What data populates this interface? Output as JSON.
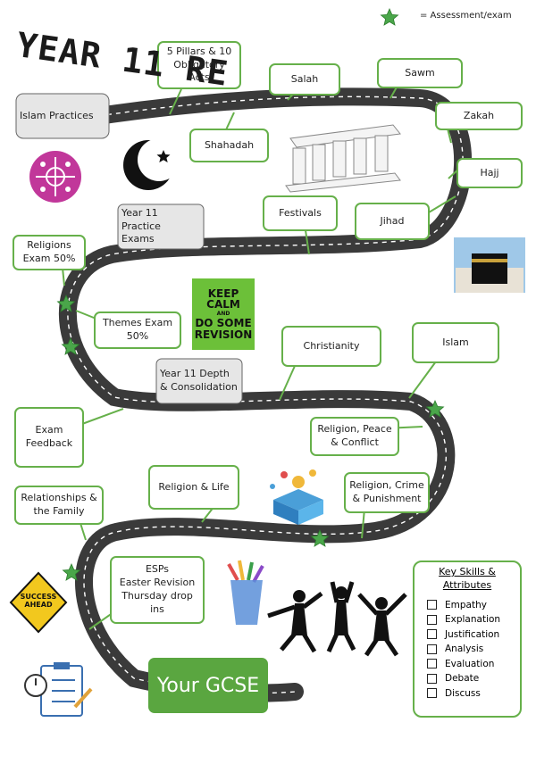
{
  "title": "YEAR 11 RE",
  "legend": "= Assessment/exam",
  "goal": "Your GCSE",
  "keep_calm": {
    "line1": "KEEP",
    "line2": "CALM",
    "line3": "AND",
    "line4": "DO SOME",
    "line5": "REVISION"
  },
  "labels": [
    "Islam Practices",
    "5 Pillars & 10\nObligatory Acts",
    "Salah",
    "Sawm",
    "Zakah",
    "Hajj",
    "Shahadah",
    "Jihad",
    "Festivals",
    "Year 11 Practice\nExams",
    "Religions\nExam 50%",
    "Themes Exam\n50%",
    "Year 11 Depth\n& Consolidation",
    "Christianity",
    "Islam",
    "Exam\nFeedback",
    "Religion, Peace\n& Conflict",
    "Religion & Life",
    "Religion, Crime\n& Punishment",
    "Relationships &\nthe Family",
    "ESPs\nEaster Revision\nThursday drop\nins"
  ],
  "key_skills": {
    "title": "Key Skills &\nAttributes",
    "items": [
      "Empathy",
      "Explanation",
      "Justification",
      "Analysis",
      "Evaluation",
      "Debate",
      "Discuss"
    ]
  },
  "success_sign": "SUCCESS\nAHEAD",
  "colors": {
    "road": "#3a3a3a",
    "green": "#5aa640",
    "label_border": "#66b04a",
    "grey_box": "#e6e6e6"
  }
}
